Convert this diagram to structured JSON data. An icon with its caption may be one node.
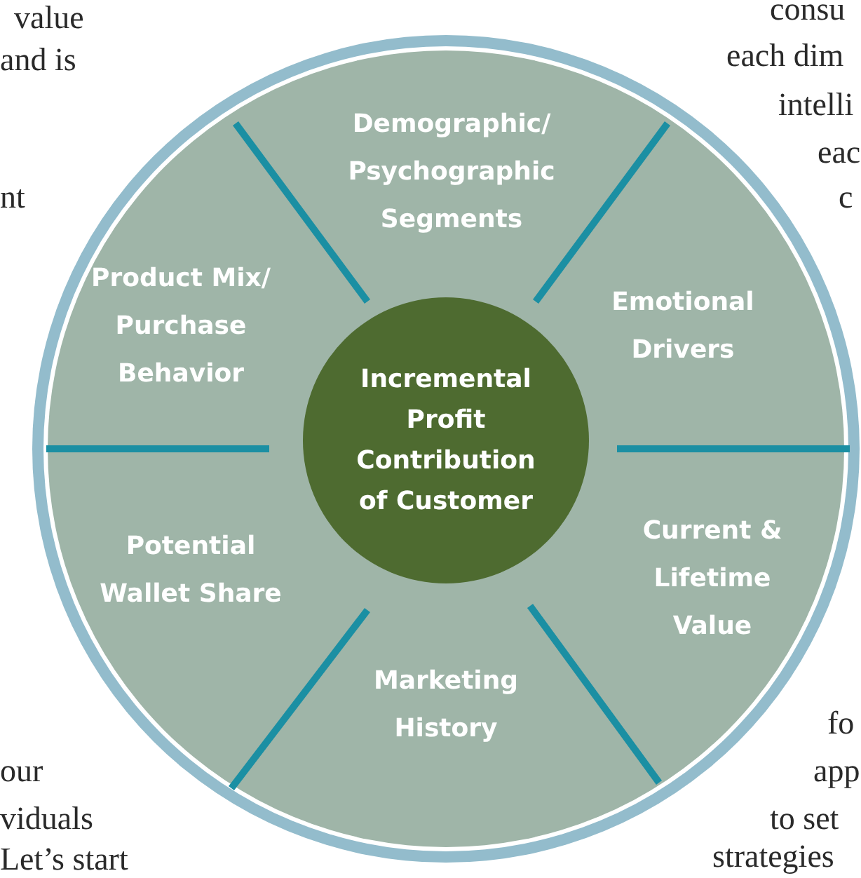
{
  "diagram": {
    "nodes": [
      {
        "text": [],
        "shape": "circle"
      },
      {
        "text": [
          "Demographic/ Psychographic Segments"
        ],
        "in": 0
      },
      {
        "text": [
          "Product Mix/ Purchase Behavior"
        ],
        "in": 0
      },
      {
        "text": [
          "Emotional Drivers"
        ],
        "in": 0
      },
      {
        "text": [
          "Incremental Profit Contribution of Customer"
        ],
        "in": 0
      },
      {
        "text": [
          "Potential Wallet Share"
        ],
        "in": 0
      },
      {
        "text": [
          "Current & Lifetime Value"
        ],
        "in": 0
      },
      {
        "text": [
          "Marketing History"
        ],
        "in": 0
      }
    ],
    "edges": [],
    "labels": [
      "value",
      "consu",
      "and is",
      "each dim",
      "intelli",
      "eac",
      "nt",
      "c",
      "fo",
      "our",
      "app",
      "viduals",
      "to set",
      "Let’s start",
      "strategies"
    ]
  }
}
